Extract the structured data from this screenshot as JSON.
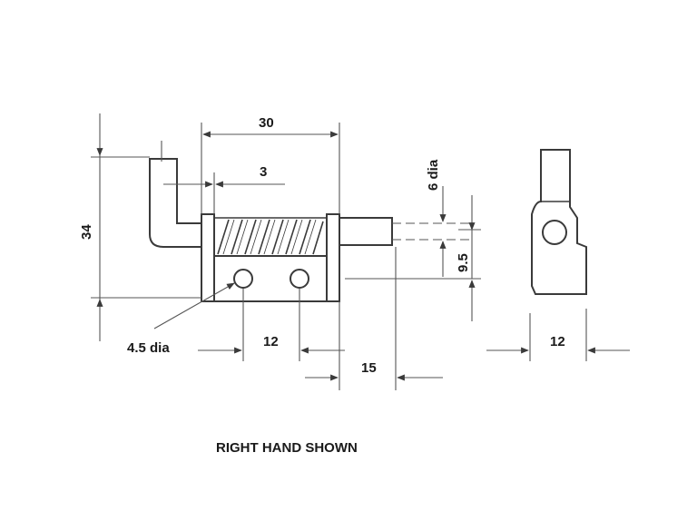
{
  "dimensions": {
    "width_30": "30",
    "offset_3": "3",
    "height_34": "34",
    "pin_6": "6 dia",
    "offset_9_5": "9.5",
    "hole_4_5": "4.5 dia",
    "spacing_12": "12",
    "pin_15": "15",
    "side_12": "12"
  },
  "caption": "RIGHT HAND SHOWN",
  "colors": {
    "line": "#3a3a3a",
    "text": "#1a1a1a"
  }
}
